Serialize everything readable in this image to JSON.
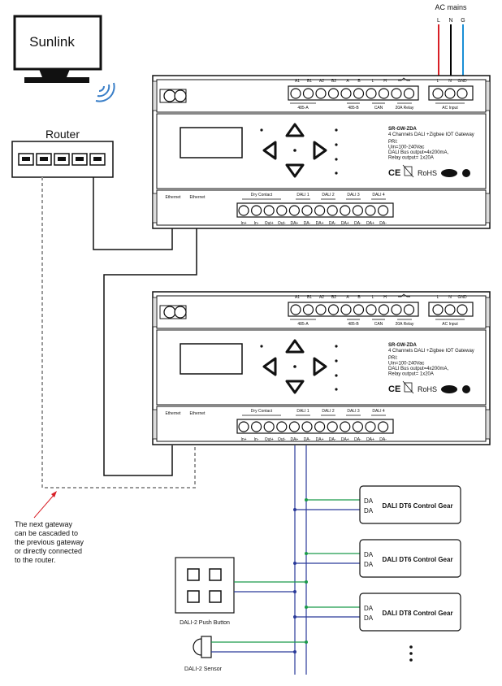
{
  "monitor": {
    "label": "Sunlink"
  },
  "router": {
    "label": "Router"
  },
  "ac_mains": {
    "title": "AC mains",
    "wires": [
      "L",
      "N",
      "G"
    ]
  },
  "gateway": {
    "model": "SR-GW-ZDA",
    "description": "4 Channels DALI +Zigbee IOT Gateway",
    "specs": [
      "PRI:",
      "Uin=100-240Vac",
      "DALI Bus output=4x200mA,",
      "Relay output= 1x20A"
    ],
    "spec_lines_2": [
      "PRI:",
      "Uin=100-240Vac",
      "DALI Bus output=4x200mA,",
      "Relay output= 1x20A"
    ],
    "cert": "RoHS",
    "dali_logo": "DALI",
    "top_terminals": [
      "A1",
      "B1",
      "A2",
      "B2",
      "A",
      "B",
      "L",
      "H",
      "L",
      "N",
      "GND"
    ],
    "top_groups": [
      "485-A",
      "485-B",
      "CAN",
      "20A Relay",
      "AC Input"
    ],
    "bottom_groups": [
      "Dry Contact",
      "DALI 1",
      "DALI 2",
      "DALI 3",
      "DALI 4"
    ],
    "bottom_terminals": [
      "In+",
      "In-",
      "Out+",
      "Out-",
      "DA+",
      "DA-",
      "DA+",
      "DA-",
      "DA+",
      "DA-",
      "DA+",
      "DA-"
    ],
    "ethernet_ports": [
      "Ethernet",
      "Ethernet"
    ]
  },
  "control_gears": [
    {
      "label": "DALI DT6 Control Gear",
      "pins": [
        "DA",
        "DA"
      ]
    },
    {
      "label": "DALI DT6 Control Gear",
      "pins": [
        "DA",
        "DA"
      ]
    },
    {
      "label": "DALI DT8 Control Gear",
      "pins": [
        "DA",
        "DA"
      ]
    }
  ],
  "push_button": {
    "label": "DALI-2 Push Button"
  },
  "sensor": {
    "label": "DALI-2 Sensor"
  },
  "note": [
    "The next gateway",
    "can be cascaded to",
    "the previous gateway",
    "or directly connected",
    "to the router."
  ],
  "colors": {
    "live": "#d81f26",
    "neutral": "#000000",
    "ground": "#1a8fd6",
    "dali_green": "#1a9a4a",
    "dali_blue": "#2a3a9a",
    "note_arrow": "#d81f26"
  }
}
